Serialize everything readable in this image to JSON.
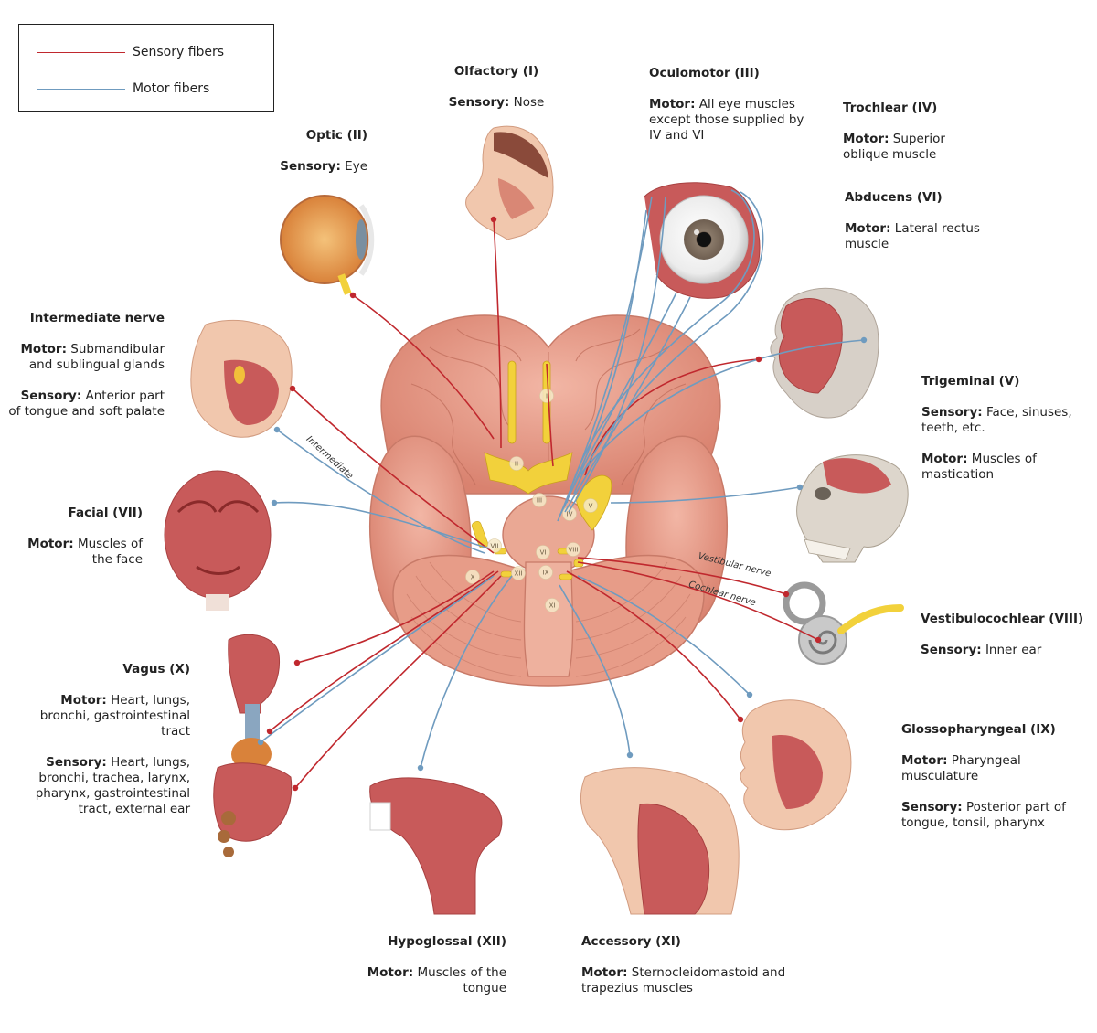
{
  "legend": {
    "sensory_label": "Sensory fibers",
    "motor_label": "Motor fibers",
    "sensory_color": "#c0282e",
    "motor_color": "#6f9bbf"
  },
  "keywords": {
    "sensory": "Sensory:",
    "motor": "Motor:"
  },
  "nerves": {
    "olfactory": {
      "name": "Olfactory (I)",
      "sensory": "Nose"
    },
    "optic": {
      "name": "Optic (II)",
      "sensory": "Eye"
    },
    "oculomotor": {
      "name": "Oculomotor (III)",
      "motor": "All eye muscles except those supplied by IV and VI"
    },
    "trochlear": {
      "name": "Trochlear (IV)",
      "motor": "Superior oblique muscle"
    },
    "abducens": {
      "name": "Abducens (VI)",
      "motor": "Lateral rectus muscle"
    },
    "intermediate": {
      "name": "Intermediate nerve",
      "motor": "Submandibular and sublingual glands",
      "sensory": "Anterior part of tongue and soft palate"
    },
    "trigeminal": {
      "name": "Trigeminal (V)",
      "sensory": "Face, sinuses, teeth, etc.",
      "motor": "Muscles of mastication"
    },
    "facial": {
      "name": "Facial (VII)",
      "motor": "Muscles of the face"
    },
    "vestibulocochlear": {
      "name": "Vestibulocochlear (VIII)",
      "sensory": "Inner ear"
    },
    "vagus": {
      "name": "Vagus (X)",
      "motor": "Heart, lungs, bronchi, gastrointestinal tract",
      "sensory": "Heart, lungs, bronchi, trachea, larynx, pharynx, gastrointestinal tract, external ear"
    },
    "glossopharyngeal": {
      "name": "Glossopharyngeal (IX)",
      "motor": "Pharyngeal musculature",
      "sensory": "Posterior part of tongue, tonsil, pharynx"
    },
    "hypoglossal": {
      "name": "Hypoglossal (XII)",
      "motor": "Muscles of the tongue"
    },
    "accessory": {
      "name": "Accessory (XI)",
      "motor": "Sternocleidomastoid and trapezius muscles"
    }
  },
  "captions": {
    "intermediate": "Intermediate",
    "vestibular": "Vestibular nerve",
    "cochlear": "Cochlear nerve"
  },
  "numerals": [
    "I",
    "II",
    "III",
    "IV",
    "V",
    "VI",
    "VII",
    "VIII",
    "IX",
    "X",
    "XI",
    "XII"
  ],
  "colors": {
    "brain": "#e9a18e",
    "brain_shade": "#d98775",
    "nerve_root": "#f2d13b",
    "muscle": "#c85a5a",
    "skin": "#f1c7ad",
    "bone": "#ddd6cc"
  }
}
